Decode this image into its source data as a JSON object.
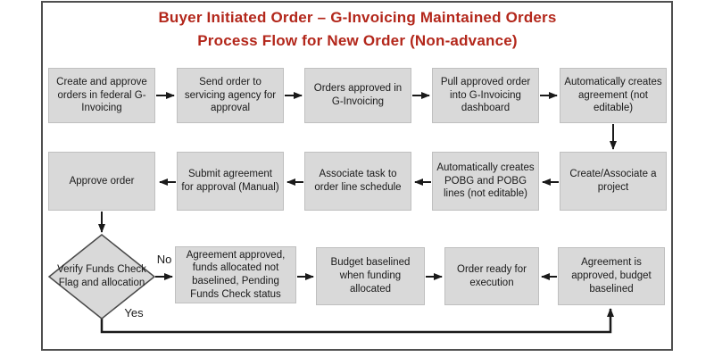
{
  "title": {
    "line1": "Buyer Initiated Order – G-Invoicing Maintained Orders",
    "line2": "Process Flow for New Order (Non-advance)"
  },
  "labels": {
    "yes": "Yes",
    "no": "No"
  },
  "colors": {
    "title_text": "#b3271b",
    "node_fill": "#d9d9d9",
    "node_border": "#bfbfbf",
    "diamond_border": "#4a4a4a",
    "connector": "#1a1a1a",
    "frame_border": "#4f4f4f"
  },
  "nodes": {
    "r1c1": "Create and approve orders in federal G-Invoicing",
    "r1c2": "Send order to servicing agency for approval",
    "r1c3": "Orders approved in G-Invoicing",
    "r1c4": "Pull approved order into G-Invoicing dashboard",
    "r1c5": "Automatically creates agreement (not editable)",
    "r2c5": "Create/Associate a project",
    "r2c4": "Automatically creates POBG and POBG lines (not editable)",
    "r2c3": "Associate task to order line schedule",
    "r2c2": "Submit agreement for approval (Manual)",
    "r2c1": "Approve order",
    "decision": "Verify Funds Check Flag and allocation",
    "r3c1": "Agreement approved, funds allocated not baselined, Pending Funds Check status",
    "r3c2": "Budget baselined when funding allocated",
    "r3c3": "Order ready for execution",
    "r3c4": "Agreement is approved, budget baselined"
  }
}
